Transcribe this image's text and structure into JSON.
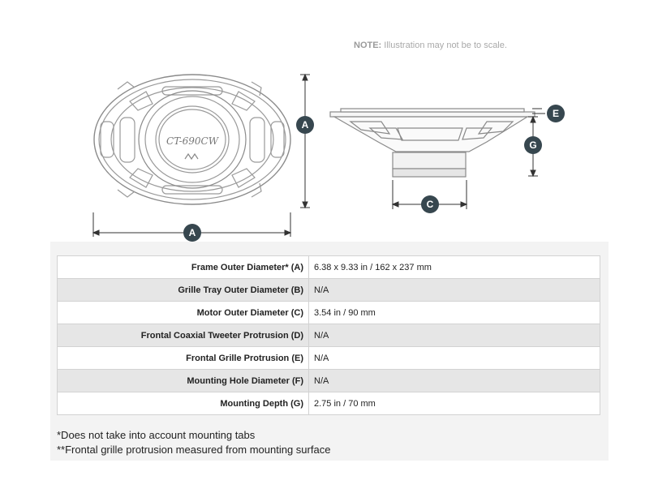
{
  "note": {
    "prefix": "NOTE:",
    "text": "Illustration may not be to scale."
  },
  "diagram": {
    "logo_text": "CT-690CW",
    "labels": {
      "a_right": "A",
      "a_bottom": "A",
      "c": "C",
      "e": "E",
      "g": "G"
    },
    "marker_color": "#37474f"
  },
  "specs": [
    {
      "label": "Frame Outer Diameter* (A)",
      "value": "6.38 x 9.33 in / 162 x 237 mm"
    },
    {
      "label": "Grille Tray Outer Diameter (B)",
      "value": "N/A"
    },
    {
      "label": "Motor Outer Diameter (C)",
      "value": "3.54 in / 90 mm"
    },
    {
      "label": "Frontal Coaxial Tweeter Protrusion (D)",
      "value": "N/A"
    },
    {
      "label": "Frontal Grille Protrusion (E)",
      "value": "N/A"
    },
    {
      "label": "Mounting Hole Diameter (F)",
      "value": "N/A"
    },
    {
      "label": "Mounting Depth (G)",
      "value": "2.75 in / 70 mm"
    }
  ],
  "footnotes": [
    "*Does not take into account mounting tabs",
    "**Frontal grille protrusion measured from mounting surface"
  ]
}
